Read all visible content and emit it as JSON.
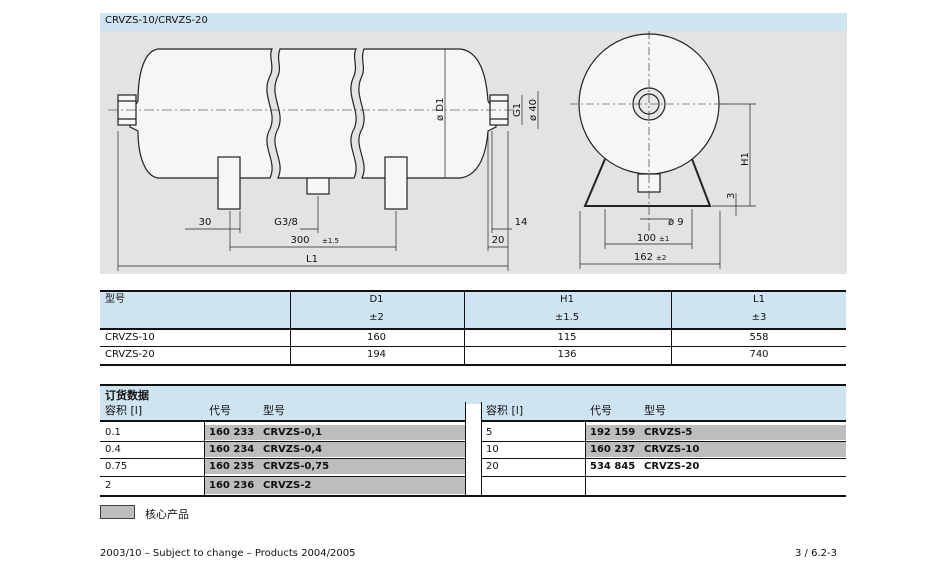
{
  "drawing": {
    "title": "CRVZS-10/CRVZS-20",
    "labels": {
      "d1": "ø D1",
      "g1": "G1",
      "d40": "ø 40",
      "dim30": "30",
      "g38": "G3/8",
      "dim300": "300",
      "dim300_tol": "±1.5",
      "l1": "L1",
      "dim14": "14",
      "dim20": "20",
      "h1": "H1",
      "dim3": "3",
      "d9": "ø 9",
      "dim100": "100",
      "dim100_tol": "±1",
      "dim162": "162",
      "dim162_tol": "±2"
    }
  },
  "dimensions_table": {
    "headers": [
      {
        "name": "型号",
        "tol": ""
      },
      {
        "name": "D1",
        "tol": "±2"
      },
      {
        "name": "H1",
        "tol": "±1.5"
      },
      {
        "name": "L1",
        "tol": "±3"
      }
    ],
    "rows": [
      {
        "model": "CRVZS-10",
        "d1": "160",
        "h1": "115",
        "l1": "558"
      },
      {
        "model": "CRVZS-20",
        "d1": "194",
        "h1": "136",
        "l1": "740"
      }
    ]
  },
  "order": {
    "title": "订货数据",
    "col_volume": "容积 [l]",
    "col_partno": "代号",
    "col_model": "型号",
    "left_rows": [
      {
        "volume": "0.1",
        "partno": "160 233",
        "model": "CRVZS-0,1",
        "core": true
      },
      {
        "volume": "0.4",
        "partno": "160 234",
        "model": "CRVZS-0,4",
        "core": true
      },
      {
        "volume": "0.75",
        "partno": "160 235",
        "model": "CRVZS-0,75",
        "core": true
      },
      {
        "volume": "2",
        "partno": "160 236",
        "model": "CRVZS-2",
        "core": true
      }
    ],
    "right_rows": [
      {
        "volume": "5",
        "partno": "192 159",
        "model": "CRVZS-5",
        "core": true
      },
      {
        "volume": "10",
        "partno": "160 237",
        "model": "CRVZS-10",
        "core": true
      },
      {
        "volume": "20",
        "partno": "534 845",
        "model": "CRVZS-20",
        "core": false
      }
    ]
  },
  "legend": {
    "label": "核心产品",
    "color": "#bdbdbd"
  },
  "footer": {
    "left": "2003/10 – Subject to change – Products 2004/2005",
    "right": "3 / 6.2-3"
  }
}
